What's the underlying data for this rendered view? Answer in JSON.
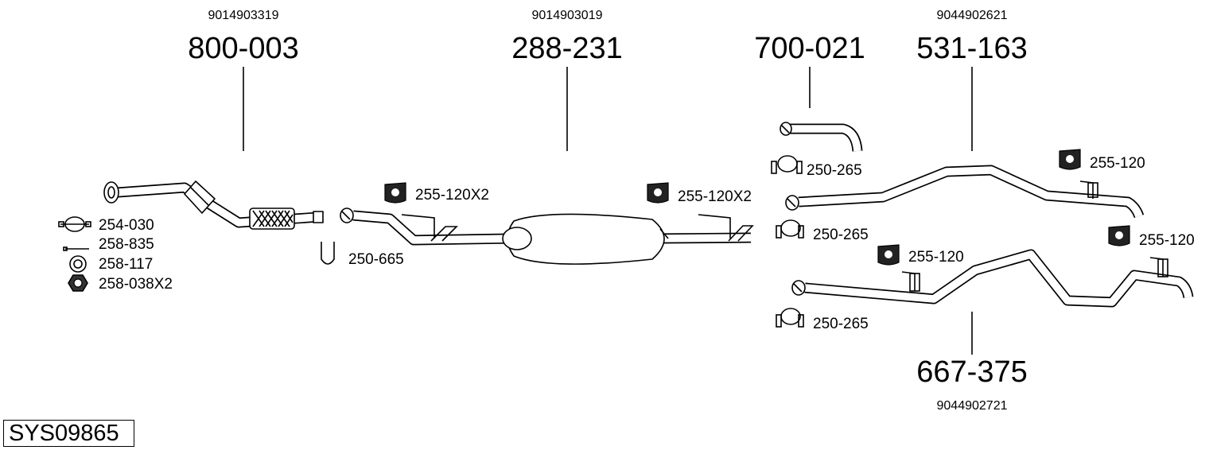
{
  "system_code": "SYS09865",
  "parts": [
    {
      "number": "800-003",
      "oe_ref": "9014903319"
    },
    {
      "number": "288-231",
      "oe_ref": "9014903019"
    },
    {
      "number": "700-021",
      "oe_ref": ""
    },
    {
      "number": "531-163",
      "oe_ref": "9044902621"
    },
    {
      "number": "667-375",
      "oe_ref": "9044902721"
    }
  ],
  "accessories": {
    "front_clamp": "254-030",
    "front_bolt": "258-835",
    "front_gasket": "258-117",
    "front_nut": "258-038X2",
    "ubolt_mid": "250-665",
    "hanger_mid_a": "255-120X2",
    "hanger_mid_b": "255-120X2",
    "clamp_tail_top": "250-265",
    "clamp_531_inlet": "250-265",
    "hanger_531_rear": "255-120",
    "hanger_667_front": "255-120",
    "hanger_667_rear": "255-120",
    "clamp_667_inlet": "250-265"
  }
}
